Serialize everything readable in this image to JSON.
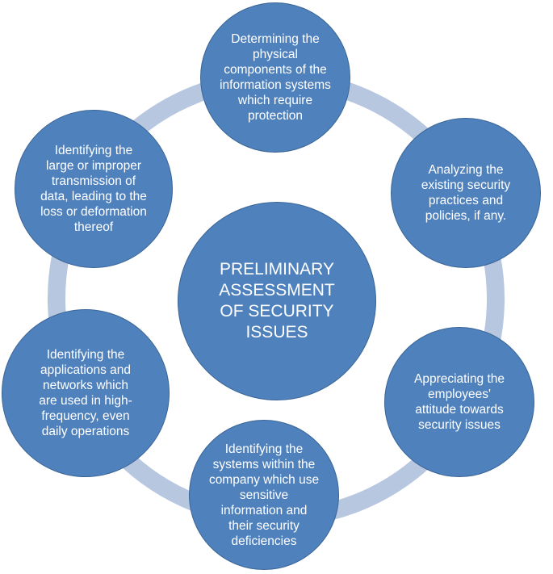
{
  "diagram": {
    "center": {
      "label": "PRELIMINARY\nASSESSMENT\nOF SECURITY\nISSUES"
    },
    "nodes": [
      {
        "label": "Determining the\nphysical\ncomponents of the\ninformation systems\nwhich require\nprotection"
      },
      {
        "label": "Analyzing the\nexisting security\npractices and\npolicies, if any."
      },
      {
        "label": "Appreciating the\nemployees'\nattitude towards\nsecurity issues"
      },
      {
        "label": "Identifying the\nsystems within the\ncompany which use\nsensitive\ninformation and\ntheir security\ndeficiencies"
      },
      {
        "label": "Identifying the\napplications and\nnetworks which\nare used in high-\nfrequency, even\ndaily operations"
      },
      {
        "label": "Identifying the\nlarge or improper\ntransmission of\ndata, leading to the\nloss or deformation\nthereof"
      }
    ],
    "colors": {
      "node_fill": "#4f81bd",
      "node_border": "#3a6596",
      "connector": "#b7c7e0",
      "text": "#ffffff"
    }
  }
}
